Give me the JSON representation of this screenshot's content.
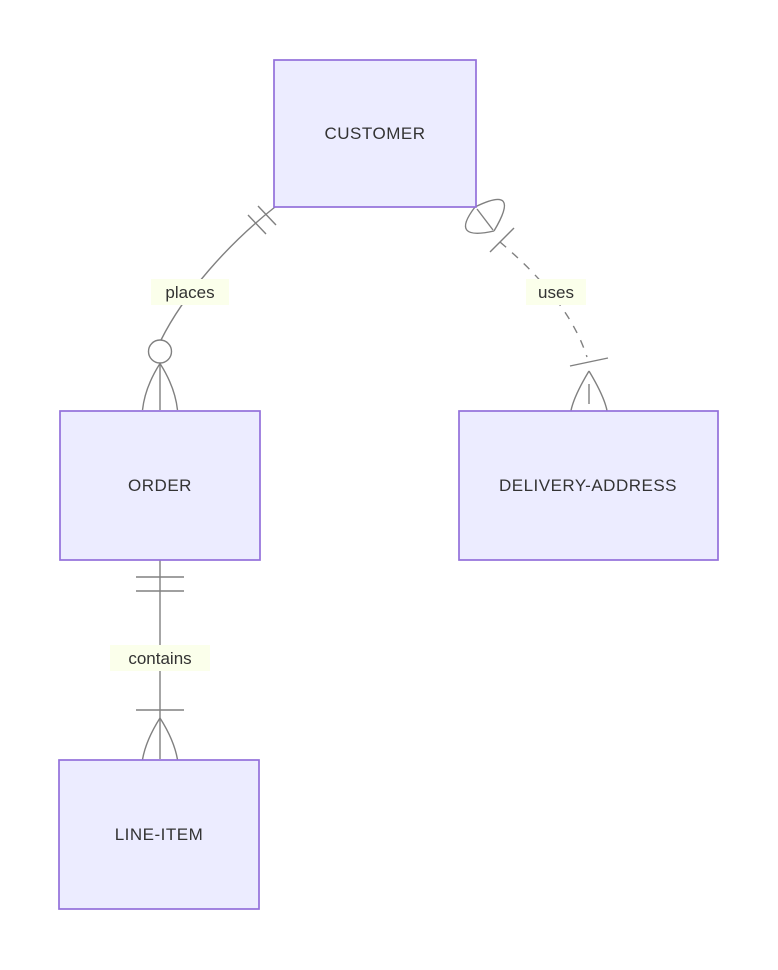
{
  "diagram": {
    "type": "er-diagram",
    "entities": [
      {
        "id": "customer",
        "name": "CUSTOMER"
      },
      {
        "id": "order",
        "name": "ORDER"
      },
      {
        "id": "delivery-address",
        "name": "DELIVERY-ADDRESS"
      },
      {
        "id": "line-item",
        "name": "LINE-ITEM"
      }
    ],
    "relationships": [
      {
        "label": "places",
        "from": "CUSTOMER",
        "to": "ORDER",
        "from_cardinality": "exactly-one",
        "to_cardinality": "zero-or-more",
        "line_style": "solid"
      },
      {
        "label": "uses",
        "from": "CUSTOMER",
        "to": "DELIVERY-ADDRESS",
        "from_cardinality": "one-or-more",
        "to_cardinality": "one-or-more",
        "line_style": "dashed"
      },
      {
        "label": "contains",
        "from": "ORDER",
        "to": "LINE-ITEM",
        "from_cardinality": "exactly-one",
        "to_cardinality": "one-or-more",
        "line_style": "solid"
      }
    ],
    "colors": {
      "entity_fill": "#ECECFF",
      "entity_border": "#9370DB",
      "line": "#808080",
      "label_background": "#FBFFEB",
      "text": "#333333"
    }
  }
}
